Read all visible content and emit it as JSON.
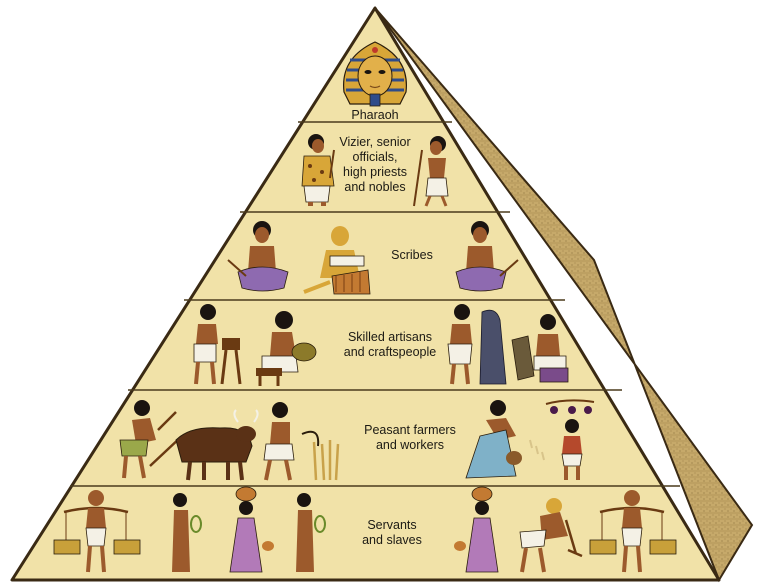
{
  "diagram": {
    "pharaoh": {
      "label": "Pharaoh",
      "figures": [
        "pharaoh-mask"
      ]
    },
    "tiers": [
      {
        "id": "officials",
        "lines": [
          "Vizier, senior",
          "officials,",
          "high priests",
          "and nobles"
        ],
        "figures": [
          "noble-with-leopard-skin",
          "official-with-staff"
        ]
      },
      {
        "id": "scribes",
        "lines": [
          "Scribes"
        ],
        "figures": [
          "seated-scribe",
          "writing-scribe",
          "seated-scribe"
        ]
      },
      {
        "id": "artisans",
        "lines": [
          "Skilled artisans",
          "and craftspeople"
        ],
        "figures": [
          "driller",
          "potter",
          "sculptor",
          "weaver"
        ]
      },
      {
        "id": "farmers",
        "lines": [
          "Peasant farmers",
          "and workers"
        ],
        "figures": [
          "plowman",
          "ox-team",
          "reaper",
          "sower",
          "grape-picker"
        ]
      },
      {
        "id": "servants",
        "lines": [
          "Servants",
          "and slaves"
        ],
        "figures": [
          "yoke-carrier",
          "servant-girl",
          "jar-carrier",
          "servant-girl",
          "jar-carrier",
          "hoe-worker",
          "yoke-carrier"
        ]
      }
    ],
    "colors": {
      "stone": "#f1e2a8",
      "stone_edge": "#3a2a14",
      "side": "#c9ad6e",
      "skin": "#9c5a2c",
      "hair": "#1a1410",
      "linen": "#f4f1e6",
      "gold": "#d8a638",
      "blue": "#3f6f95",
      "purple": "#7a4b8a"
    }
  }
}
